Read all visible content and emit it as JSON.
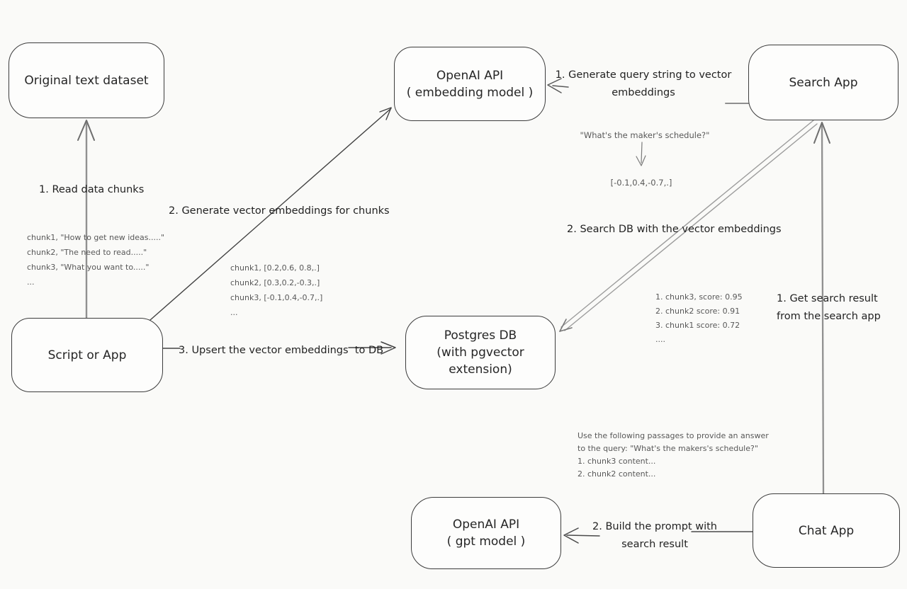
{
  "colors": {
    "ink": "#2e2e2e",
    "muted": "#585858",
    "line_gray": "#909090",
    "line_dark": "#424242",
    "background": "#fafaf8"
  },
  "nodes": {
    "original_text_dataset": {
      "label": "Original text dataset"
    },
    "openai_embedding": {
      "line1": "OpenAI API",
      "line2": "( embedding model )"
    },
    "search_app": {
      "label": "Search App"
    },
    "script_or_app": {
      "label": "Script or App"
    },
    "postgres_db": {
      "line1": "Postgres DB",
      "line2": "(with pgvector extension)"
    },
    "openai_gpt": {
      "line1": "OpenAI API",
      "line2": "( gpt model )"
    },
    "chat_app": {
      "label": "Chat App"
    }
  },
  "labels": {
    "read_chunks": "1. Read data chunks",
    "generate_embeddings": "2. Generate vector embeddings for chunks",
    "upsert": "3. Upsert the vector embeddings  to DB",
    "query_to_vector_line1": "1. Generate query string to vector",
    "query_to_vector_line2": "embeddings",
    "search_db": "2. Search DB with the vector embeddings",
    "get_result_line1": "1. Get search result",
    "get_result_line2": "from the search app",
    "build_prompt_line1": "2. Build the prompt with",
    "build_prompt_line2": "search result"
  },
  "annotations": {
    "chunks": [
      "chunk1, \"How to get new ideas.....\"",
      "chunk2, \"The need to read.....\"",
      "chunk3, \"What you want to.....\"",
      "..."
    ],
    "embeddings": [
      "chunk1, [0.2,0.6, 0.8,.]",
      "chunk2, [0.3,0.2,-0.3,.]",
      "chunk3, [-0.1,0.4,-0.7,.]",
      "..."
    ],
    "query": "\"What's the maker's schedule?\"",
    "query_vector": "[-0.1,0.4,-0.7,.]",
    "scores": [
      "1. chunk3, score: 0.95",
      "2. chunk2 score: 0.91",
      "3. chunk1 score: 0.72",
      "...."
    ],
    "prompt": [
      "Use the following passages to provide an answer",
      "to the query: \"What's the makers's schedule?\"",
      "1. chunk3 content...",
      "2. chunk2 content..."
    ]
  }
}
